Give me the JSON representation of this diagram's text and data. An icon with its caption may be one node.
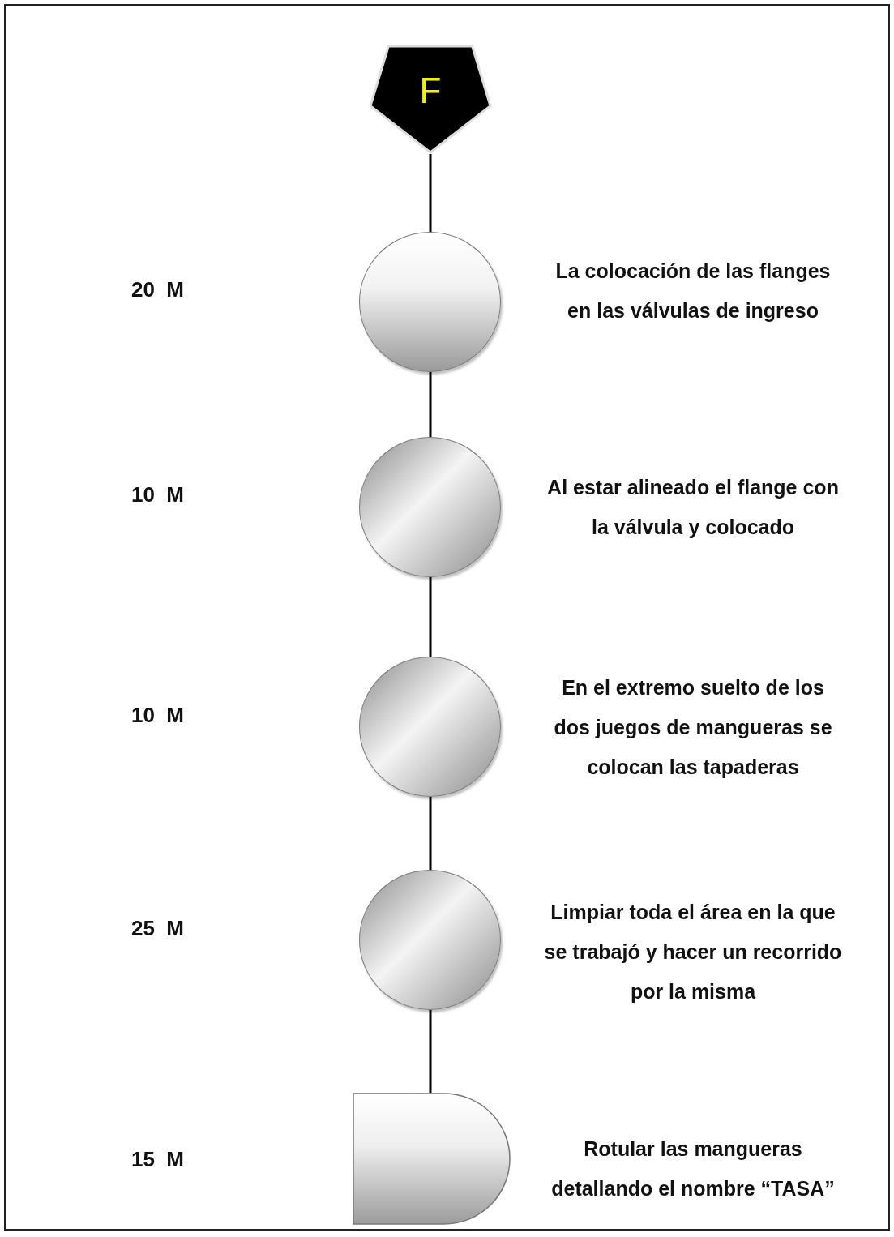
{
  "diagram": {
    "nodes": [
      {
        "text": [
          "F"
        ]
      },
      {
        "text": [],
        "shape": "circle",
        "beside": [
          "La colocación de las flanges en las válvulas de ingreso"
        ]
      },
      {
        "text": [],
        "shape": "circle",
        "beside": [
          "Al estar alineado el flange con la válvula y colocado"
        ]
      },
      {
        "text": [],
        "shape": "circle",
        "beside": [
          "En el extremo suelto de los dos juegos de mangueras se colocan las tapaderas"
        ]
      },
      {
        "text": [],
        "shape": "circle",
        "beside": [
          "Limpiar toda el área en la que se trabajó y hacer un recorrido por la misma"
        ]
      },
      {
        "text": [],
        "shape": "delay",
        "beside": [
          "Rotular las mangueras detallando el nombre “TASA”"
        ]
      }
    ],
    "labels": [
      "20  M",
      "10  M",
      "10  M",
      "25  M",
      "15  M"
    ],
    "edges": [
      {
        "from": 0,
        "to": 1,
        "arrow": "none"
      },
      {
        "from": 1,
        "to": 2,
        "arrow": "none"
      },
      {
        "from": 2,
        "to": 3,
        "arrow": "none"
      },
      {
        "from": 3,
        "to": 4,
        "arrow": "none"
      },
      {
        "from": 4,
        "to": 5,
        "arrow": "none"
      }
    ]
  }
}
